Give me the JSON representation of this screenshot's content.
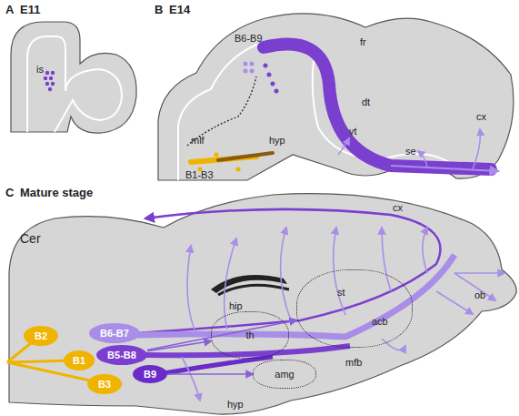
{
  "diagram": {
    "nodes": [
      {
        "text": [
          "B2"
        ]
      },
      {
        "text": [
          "B1"
        ]
      },
      {
        "text": [
          "B3"
        ]
      },
      {
        "text": [
          "B6-B7"
        ]
      },
      {
        "text": [
          "B5-B8"
        ]
      },
      {
        "text": [
          "B9"
        ]
      },
      {
        "text": [
          "th"
        ]
      },
      {
        "text": [
          "st",
          "acb"
        ]
      },
      {
        "text": [
          "amg"
        ]
      }
    ],
    "edges": [
      {
        "from": 4,
        "to": 6,
        "arrow": "to"
      },
      {
        "from": 4,
        "to": 7,
        "arrow": "to"
      },
      {
        "from": 5,
        "to": 8,
        "arrow": "to"
      }
    ],
    "labels": [
      "A",
      "E11",
      "is",
      "B",
      "E14",
      "B6-B9",
      "fr",
      "dt",
      "vt",
      "hyp",
      "cx",
      "se",
      "mlf",
      "B1-B3",
      "C",
      "Mature stage",
      "Cer",
      "hip",
      "cx",
      "ob",
      "mfb",
      "hyp"
    ]
  }
}
